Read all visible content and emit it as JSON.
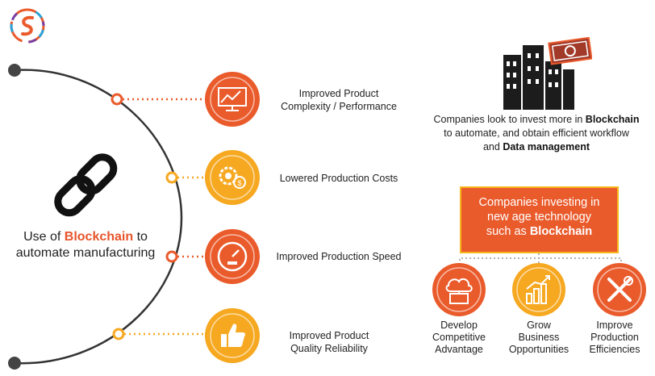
{
  "center": {
    "prefix": "Use of ",
    "highlight": "Blockchain",
    "suffix": " to",
    "line2": "automate manufacturing"
  },
  "benefits": [
    {
      "line1": "Improved Product",
      "line2": "Complexity / Performance",
      "icon": "monitor-chart-icon",
      "color": "#ea5b2c"
    },
    {
      "line1": "Lowered Production Costs",
      "line2": "",
      "icon": "gear-coin-icon",
      "color": "#f6a821"
    },
    {
      "line1": "Improved Production Speed",
      "line2": "",
      "icon": "speedometer-icon",
      "color": "#ea5b2c"
    },
    {
      "line1": "Improved Product",
      "line2": "Quality Reliability",
      "icon": "thumbs-up-icon",
      "color": "#f6a821"
    }
  ],
  "invest_caption": {
    "l1_prefix": "Companies look to invest more in ",
    "l1_bold": "Blockchain",
    "l2": "to automate, and obtain efficient workflow",
    "l3_prefix": "and ",
    "l3_bold": "Data management"
  },
  "orange_box": {
    "line1": "Companies investing in",
    "line2": "new age technology",
    "line3_prefix": "such as ",
    "line3_bold": "Blockchain"
  },
  "outcomes": [
    {
      "line1": "Develop",
      "line2": "Competitive",
      "line3": "Advantage",
      "icon": "cloud-devices-icon",
      "color": "#ea5b2c"
    },
    {
      "line1": "Grow",
      "line2": "Business",
      "line3": "Opportunities",
      "icon": "growth-chart-icon",
      "color": "#f6a821"
    },
    {
      "line1": "Improve",
      "line2": "Production",
      "line3": "Efficiencies",
      "icon": "tools-icon",
      "color": "#ea5b2c"
    }
  ],
  "colors": {
    "accent": "#ea5b2c",
    "secondary": "#f6a821",
    "dark": "#333333"
  }
}
